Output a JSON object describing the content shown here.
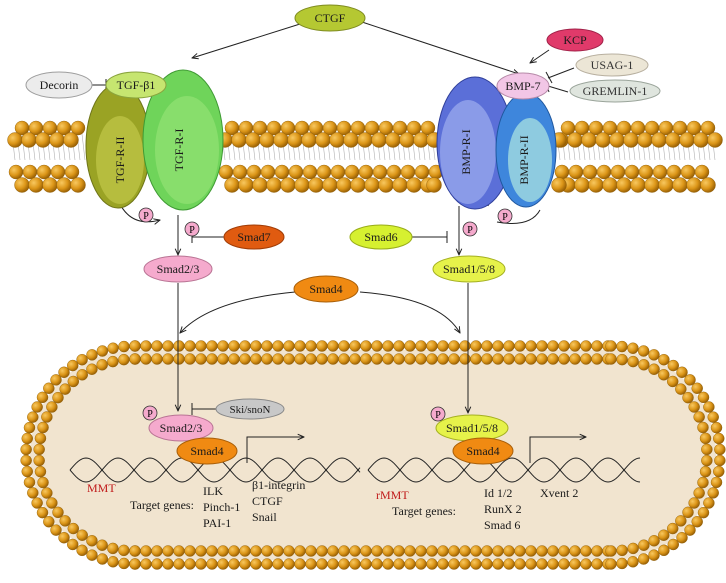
{
  "ligands": {
    "ctgf": "CTGF",
    "kcp": "KCP",
    "usag1": "USAG-1",
    "bmp7": "BMP-7",
    "gremlin1": "GREMLIN-1",
    "decorin": "Decorin",
    "tgfb1": "TGF-β1"
  },
  "receptors": {
    "tgf_r_ii": "TGF-R-II",
    "tgf_r_i": "TGF-R-I",
    "bmp_r_i": "BMP-R-I",
    "bmp_r_ii": "BMP-R-II"
  },
  "phospho": "P",
  "cytoplasm": {
    "smad7": "Smad7",
    "smad23": "Smad2/3",
    "smad4": "Smad4",
    "smad6": "Smad6",
    "smad158": "Smad1/5/8"
  },
  "nucleus": {
    "ski_snon": "Ski/snoN",
    "left": {
      "smad23": "Smad2/3",
      "smad4": "Smad4",
      "process": "MMT",
      "target_label": "Target genes:",
      "genes_col1": [
        "ILK",
        "Pinch-1",
        "PAI-1"
      ],
      "genes_col2": [
        "β1-integrin",
        "CTGF",
        "Snail"
      ]
    },
    "right": {
      "smad158": "Smad1/5/8",
      "smad4": "Smad4",
      "process": "rMMT",
      "target_label": "Target genes:",
      "genes_col1": [
        "Id 1/2",
        "RunX 2",
        "Smad 6"
      ],
      "genes_col2": [
        "Xvent 2"
      ]
    }
  },
  "colors": {
    "membrane_bead": "#d4900f",
    "ctgf": "#b5c832",
    "kcp": "#e03a6a",
    "usag1": "#ece6d6",
    "bmp7": "#f2c6e6",
    "gremlin1": "#dfe5de",
    "decorin": "#ececec",
    "tgfb1": "#c6e570",
    "tgf_r_ii": "#9aa324",
    "tgf_r_i": "#6fd45a",
    "bmp_r_i": "#5b6fd8",
    "bmp_r_ii": "#3e86dc",
    "smad23": "#f5aacd",
    "smad4": "#f08a12",
    "smad7": "#e05b10",
    "smad6": "#d6f030",
    "smad158": "#e6f24a",
    "nucleus_fill": "#f1e4cf",
    "mmt_text": "#c01a1a"
  }
}
